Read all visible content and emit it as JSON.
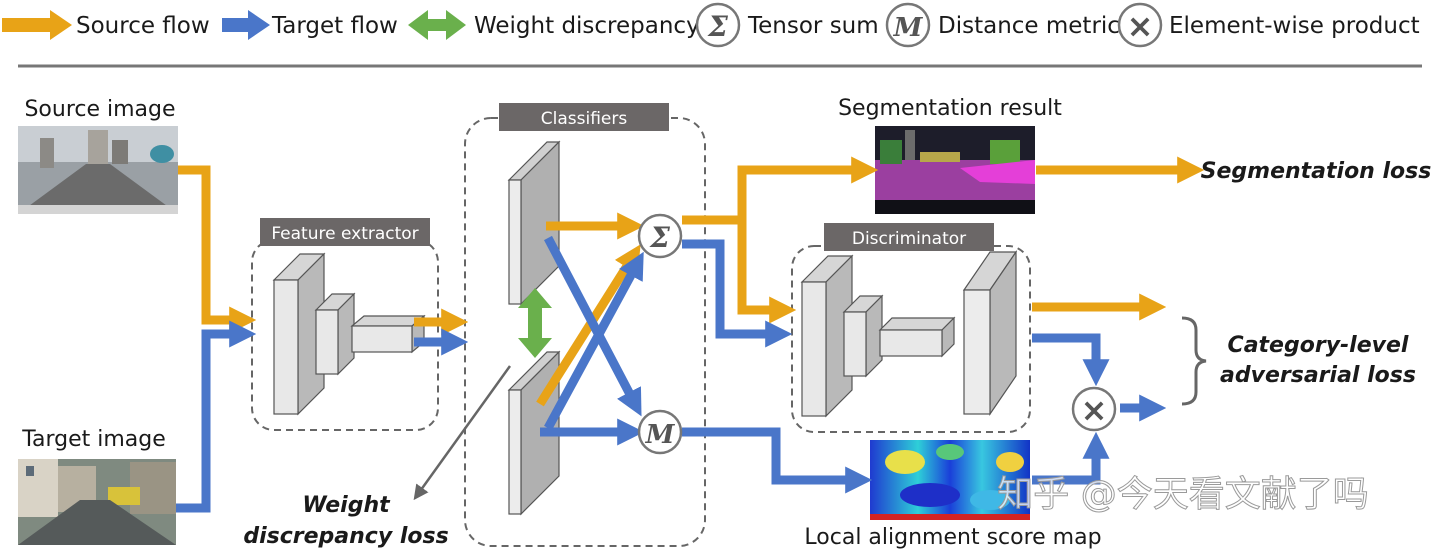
{
  "legend": {
    "source_flow": "Source flow",
    "target_flow": "Target flow",
    "weight_discrepancy": "Weight discrepancy",
    "tensor_sum": "Tensor sum",
    "distance_metric": "Distance metric",
    "elementwise_product": "Element-wise product"
  },
  "symbols": {
    "sum": "Σ",
    "metric": "M",
    "product": "×"
  },
  "labels": {
    "source_image": "Source image",
    "target_image": "Target image",
    "feature_extractor": "Feature extractor",
    "classifiers": "Classifiers",
    "discriminator": "Discriminator",
    "segmentation_result": "Segmentation result",
    "segmentation_loss": "Segmentation loss",
    "adversarial_loss_line1": "Category-level",
    "adversarial_loss_line2": "adversarial loss",
    "weight_loss_line1": "Weight",
    "weight_loss_line2": "discrepancy loss",
    "score_map": "Local alignment score map",
    "watermark": "知乎 @今天看文献了吗"
  },
  "colors": {
    "source": "#e8a317",
    "target": "#4a76c9",
    "weight": "#6ab04c",
    "header_box": "#6b6767",
    "block_face": "#e6e6e6",
    "block_side": "#c4c4c4"
  }
}
